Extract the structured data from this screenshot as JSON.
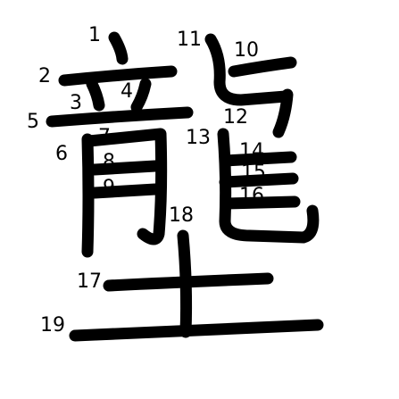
{
  "figure": {
    "character": "壟",
    "stroke_count": 19
  },
  "stroke_numbers": [
    "1",
    "2",
    "3",
    "4",
    "5",
    "6",
    "7",
    "8",
    "9",
    "10",
    "11",
    "12",
    "13",
    "14",
    "15",
    "16",
    "17",
    "18",
    "19"
  ],
  "colors": {
    "background": "#ffffff",
    "ink": "#000000"
  }
}
